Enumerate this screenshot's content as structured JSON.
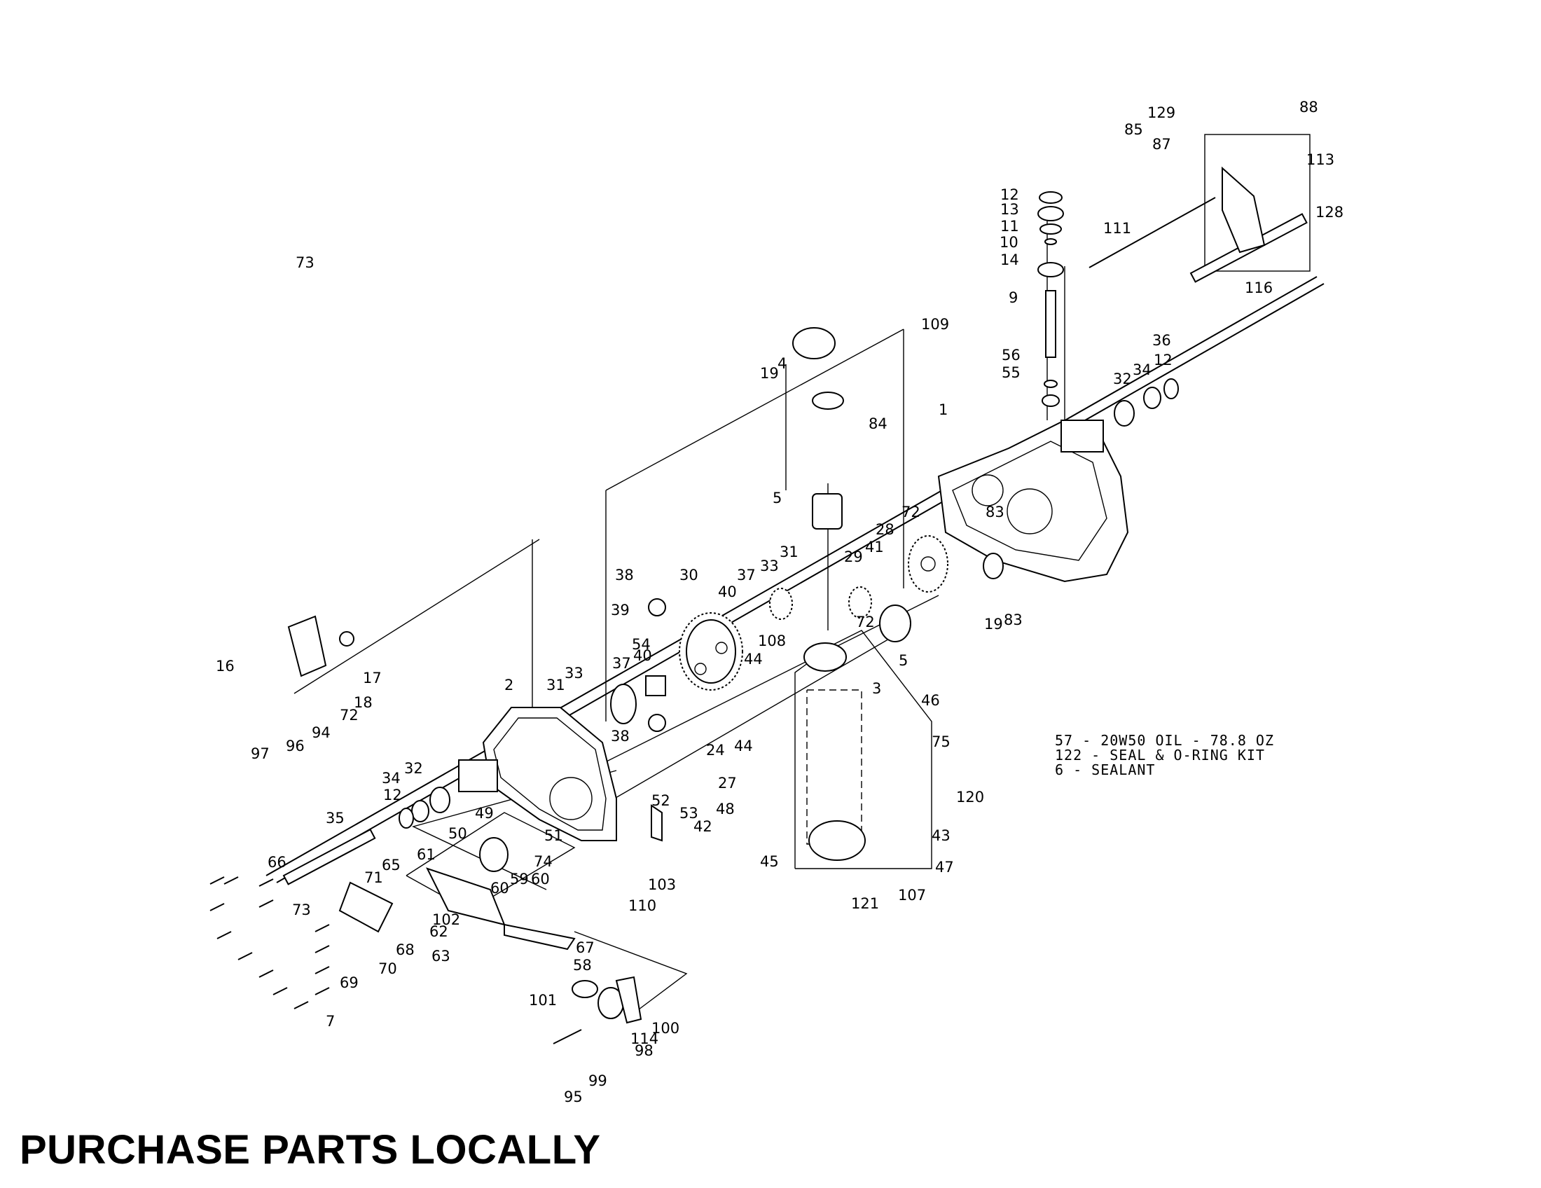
{
  "labels": [
    "1",
    "2",
    "3",
    "4",
    "5",
    "5",
    "7",
    "9",
    "10",
    "11",
    "12",
    "12",
    "12",
    "13",
    "14",
    "16",
    "17",
    "18",
    "19",
    "19",
    "24",
    "27",
    "28",
    "29",
    "30",
    "31",
    "31",
    "32",
    "32",
    "33",
    "33",
    "34",
    "34",
    "35",
    "36",
    "37",
    "37",
    "38",
    "38",
    "39",
    "40",
    "40",
    "41",
    "42",
    "43",
    "44",
    "44",
    "45",
    "46",
    "47",
    "48",
    "49",
    "50",
    "51",
    "52",
    "53",
    "54",
    "55",
    "56",
    "58",
    "59",
    "60",
    "60",
    "61",
    "62",
    "63",
    "65",
    "66",
    "67",
    "68",
    "69",
    "70",
    "71",
    "72",
    "72",
    "72",
    "73",
    "73",
    "74",
    "75",
    "83",
    "83",
    "84",
    "85",
    "87",
    "88",
    "94",
    "95",
    "96",
    "97",
    "98",
    "99",
    "100",
    "101",
    "102",
    "103",
    "107",
    "108",
    "109",
    "110",
    "111",
    "113",
    "114",
    "116",
    "120",
    "121",
    "128",
    "129"
  ],
  "notes": {
    "line1": "57 - 20W50 OIL - 78.8 OZ",
    "line2": "122 - SEAL & O-RING KIT",
    "line3": "6 - SEALANT"
  },
  "footer": "PURCHASE PARTS LOCALLY"
}
